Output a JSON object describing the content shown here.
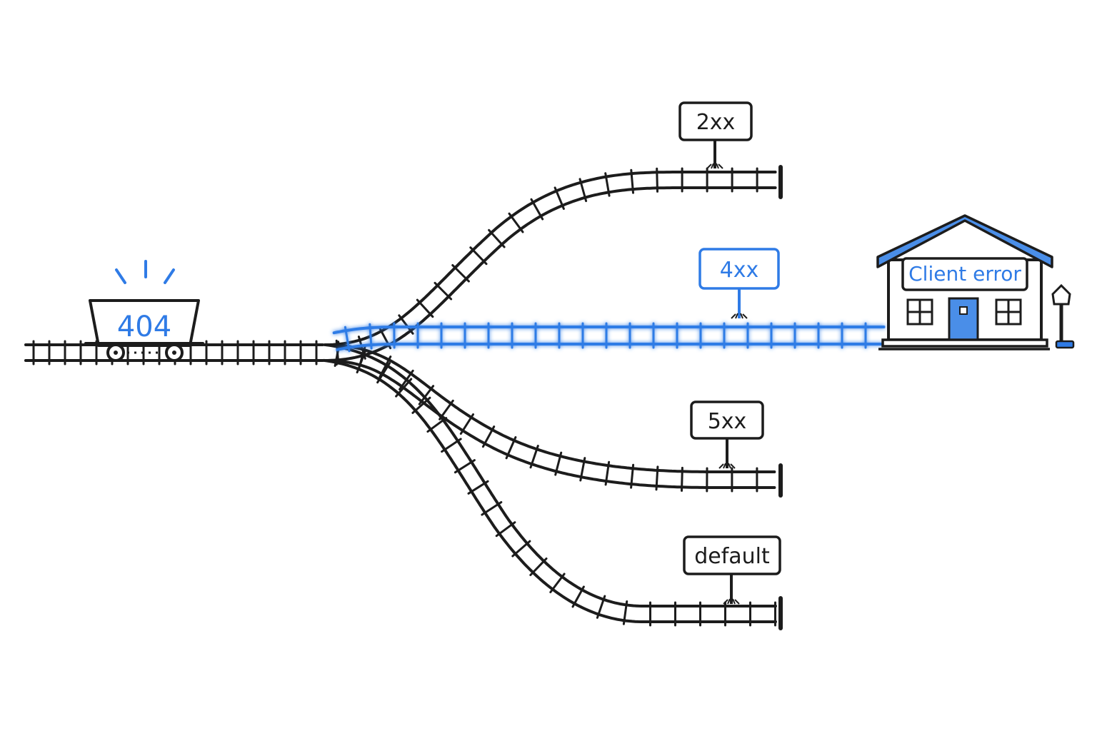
{
  "cart": {
    "label": "404"
  },
  "routes": [
    {
      "id": "2xx",
      "sign": "2xx",
      "active": false
    },
    {
      "id": "4xx",
      "sign": "4xx",
      "active": true
    },
    {
      "id": "5xx",
      "sign": "5xx",
      "active": false
    },
    {
      "id": "default",
      "sign": "default",
      "active": false
    }
  ],
  "station": {
    "label": "Client error",
    "icon": "station-building-icon"
  },
  "colors": {
    "ink": "#1c1c1c",
    "accent": "#2f7be6",
    "door": "#4a8ee8"
  }
}
